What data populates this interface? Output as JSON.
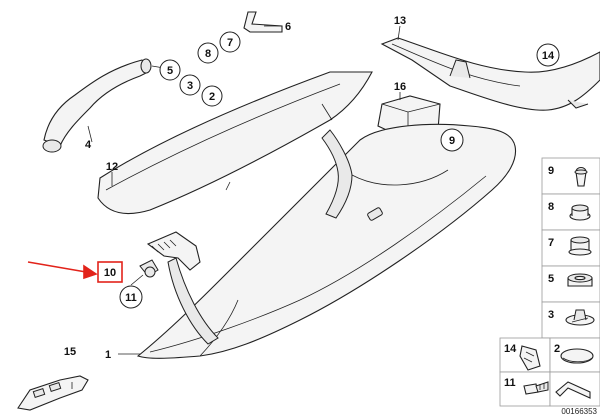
{
  "diagram": {
    "reference_number": "00166353",
    "callouts": [
      {
        "id": "c1",
        "label": "1"
      },
      {
        "id": "c2",
        "label": "2"
      },
      {
        "id": "c3",
        "label": "3"
      },
      {
        "id": "c4",
        "label": "4"
      },
      {
        "id": "c5",
        "label": "5"
      },
      {
        "id": "c6",
        "label": "6"
      },
      {
        "id": "c7",
        "label": "7"
      },
      {
        "id": "c8",
        "label": "8"
      },
      {
        "id": "c9",
        "label": "9"
      },
      {
        "id": "c10",
        "label": "10",
        "highlighted": true
      },
      {
        "id": "c11",
        "label": "11"
      },
      {
        "id": "c12",
        "label": "12"
      },
      {
        "id": "c13",
        "label": "13"
      },
      {
        "id": "c14",
        "label": "14"
      },
      {
        "id": "c15",
        "label": "15"
      },
      {
        "id": "c16",
        "label": "16"
      }
    ],
    "legend": [
      {
        "label": "9",
        "part": "pin-clip"
      },
      {
        "label": "8",
        "part": "grommet"
      },
      {
        "label": "7",
        "part": "spacer-grommet"
      },
      {
        "label": "5",
        "part": "rubber-ring"
      },
      {
        "label": "3",
        "part": "screw-clip"
      },
      {
        "label": "14",
        "part": "clip"
      },
      {
        "label": "2",
        "part": "round-cap"
      },
      {
        "label": "11",
        "part": "screw"
      }
    ],
    "colors": {
      "highlight": "#e2231a",
      "line": "#222222",
      "fill": "#f4f4f4"
    }
  }
}
